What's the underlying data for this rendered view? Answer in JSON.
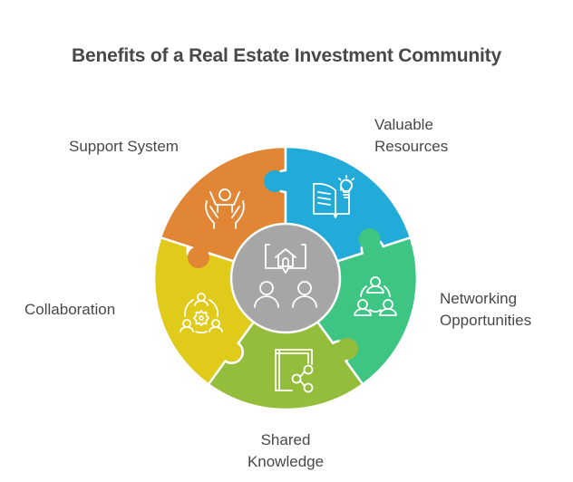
{
  "title": "Benefits of a Real Estate Investment Community",
  "center": {
    "icon": "house-discussion-icon",
    "color": "#A6A6A6"
  },
  "segments": [
    {
      "id": "support-system",
      "lines": [
        "Support System"
      ],
      "icon": "supporting-hands-icon",
      "color": "#E08635"
    },
    {
      "id": "valuable-resources",
      "lines": [
        "Valuable",
        "Resources"
      ],
      "icon": "book-lightbulb-icon",
      "color": "#22AAD8"
    },
    {
      "id": "networking-opportunities",
      "lines": [
        "Networking",
        "Opportunities"
      ],
      "icon": "network-people-icon",
      "color": "#3EC584"
    },
    {
      "id": "shared-knowledge",
      "lines": [
        "Shared",
        "Knowledge"
      ],
      "icon": "book-share-icon",
      "color": "#93BD3A"
    },
    {
      "id": "collaboration",
      "lines": [
        "Collaboration"
      ],
      "icon": "team-gear-icon",
      "color": "#E0CA1A"
    }
  ]
}
